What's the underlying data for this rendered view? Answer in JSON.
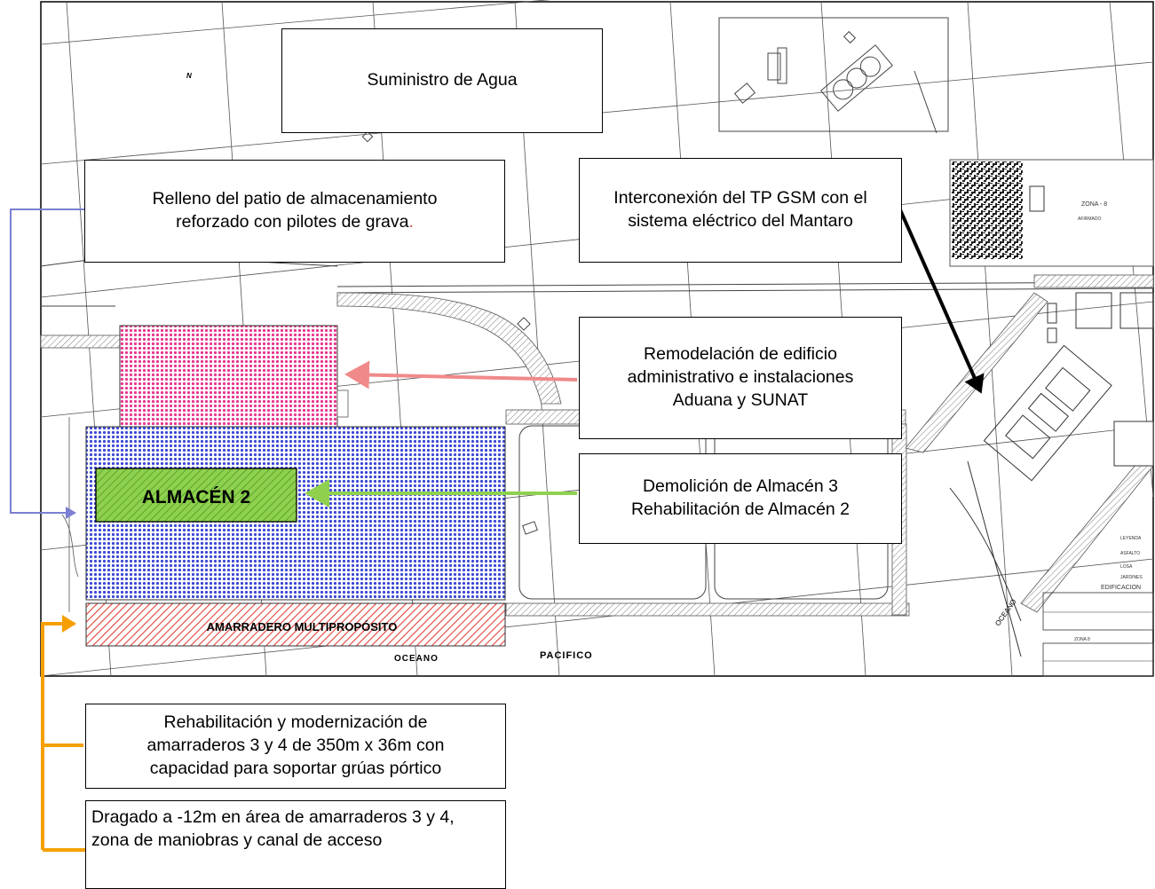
{
  "callouts": {
    "water": "Suministro de Agua",
    "fill_line1": "Relleno del patio de almacenamiento",
    "fill_line2": "reforzado con pilotes de grava",
    "fill_line2_end": ".",
    "interconnect": "Interconexión del TP GSM con el sistema eléctrico del Mantaro",
    "remodel": "Remodelación de edificio administrativo e instalaciones Aduana y SUNAT",
    "demolition_line1": "Demolición de Almacén 3",
    "demolition_line2": "Rehabilitación de Almacén 2",
    "rehab": "Rehabilitación y modernización de amarraderos 3 y 4 de 350m x 36m con capacidad para soportar grúas pórtico",
    "dredge": "Dragado a -12m en área de amarraderos 3 y 4, zona de maniobras y canal de acceso"
  },
  "plan": {
    "warehouse_label": "ALMACÉN 2",
    "berth_label": "AMARRADERO MULTIPROPÓSITO",
    "ocean_label": "OCEANO",
    "pacific_label": "PACIFICO",
    "ocean_label_rotated": "OCEANO",
    "north_label": "N",
    "zone_label": "ZONA - 8",
    "zone_sub": "AFIRMADO",
    "legend_label": "LEYENDA",
    "legend_asphalt": "ASFALTO",
    "legend_slab": "LOSA",
    "legend_gardens": "JARDINES",
    "buildings_label": "EDIFICACION",
    "zone_table_label": "ZONA 8"
  },
  "colors": {
    "pink_area": "#e8348f",
    "blue_area": "#3b47d6",
    "green_area": "#6cc43a",
    "red_area": "#e2433a",
    "pink_arrow": "#f08a8a",
    "green_arrow": "#8fd14f",
    "blue_bracket": "#7b7fd1",
    "orange_bracket": "#f5a000"
  }
}
